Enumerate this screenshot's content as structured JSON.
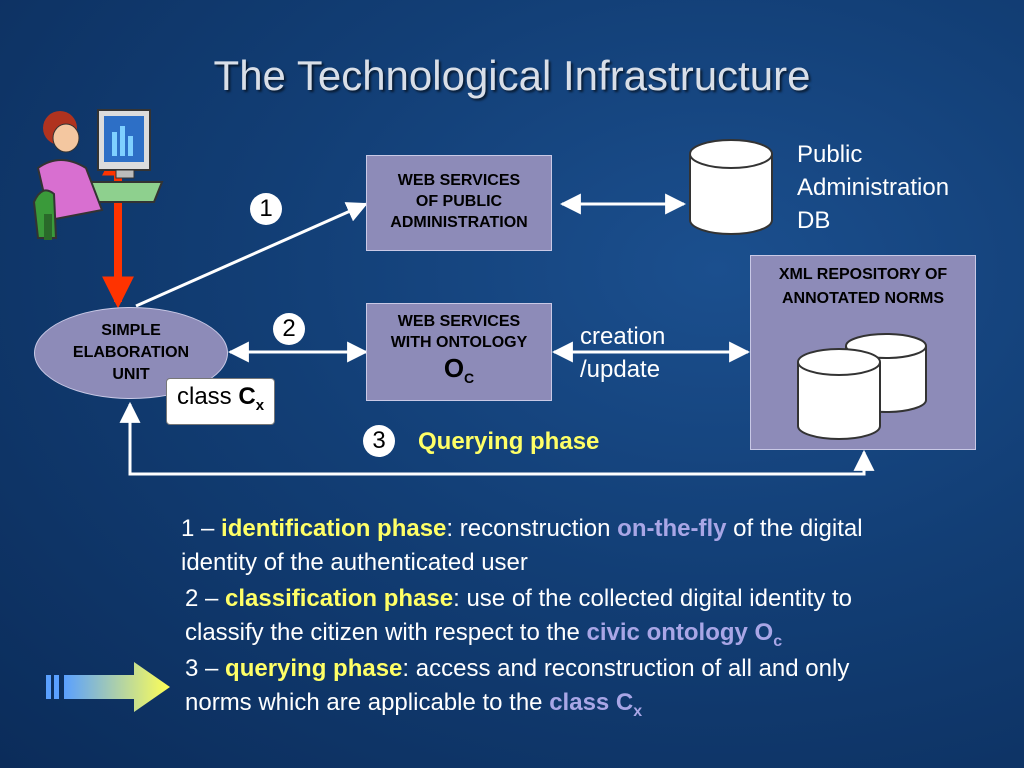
{
  "title": "The Technological Infrastructure",
  "nodes": {
    "ws_pa": [
      "WEB SERVICES",
      "OF PUBLIC",
      "ADMINISTRATION"
    ],
    "ws_onto": [
      "WEB SERVICES",
      "WITH ONTOLOGY"
    ],
    "ws_onto_symbol": "O",
    "ws_onto_sub": "C",
    "xml_repo": [
      "XML REPOSITORY OF",
      "ANNOTATED NORMS"
    ],
    "pa_db": [
      "Public",
      "Administration",
      "DB"
    ],
    "seu": [
      "SIMPLE",
      "ELABORATION",
      "UNIT"
    ],
    "class_label": "class ",
    "class_symbol": "C",
    "class_sub": "x"
  },
  "edges": {
    "num1": "1",
    "num2": "2",
    "num3": "3",
    "creation_update": [
      "creation",
      "/update"
    ],
    "querying_phase": "Querying phase"
  },
  "bullets": {
    "b1": {
      "num": "1 – ",
      "phase": "identification phase",
      "t1": ": reconstruction ",
      "hl": "on-the-fly",
      "t2": " of the digital",
      "line2": "identity of the authenticated user"
    },
    "b2": {
      "num": "2 – ",
      "phase": "classification phase",
      "t1": ": use of the collected digital identity to",
      "line2": "classify the citizen with respect to the ",
      "hl": "civic ontology O",
      "sub": "c"
    },
    "b3": {
      "num": "3 – ",
      "phase": "querying phase",
      "t1": ": access and reconstruction of all and only",
      "line2": "norms which are applicable to the ",
      "hl": "class C",
      "sub": "x"
    }
  }
}
